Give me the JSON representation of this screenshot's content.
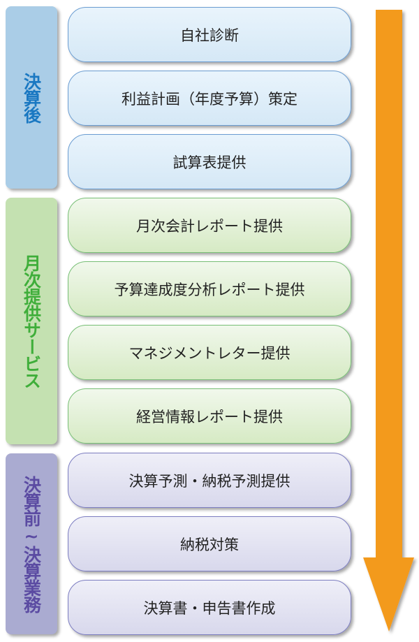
{
  "phases": [
    {
      "label": "決算後"
    },
    {
      "label": "月次提供サービス"
    },
    {
      "label": "決算前~決算業務"
    }
  ],
  "steps": [
    "自社診断",
    "利益計画（年度予算）策定",
    "試算表提供",
    "月次会計レポート提供",
    "予算達成度分析レポート提供",
    "マネジメントレター提供",
    "経営情報レポート提供",
    "決算予測・納税予測提供",
    "納税対策",
    "決算書・申告書作成"
  ],
  "colors": {
    "arrow": "#f39a1f",
    "blue_text": "#1a78c2",
    "green_text": "#3fae3a",
    "purple_text": "#5b4ba2"
  }
}
